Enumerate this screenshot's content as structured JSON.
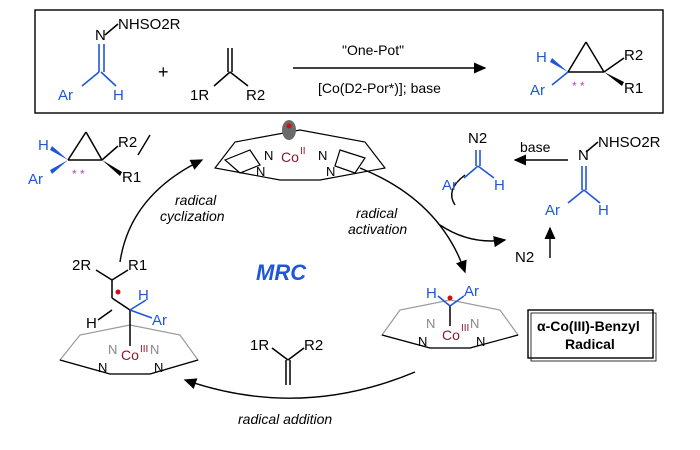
{
  "top_box": {
    "hydrazone_label": "NHSO2R",
    "hydrazone_n": "N",
    "hydrazone_ar": "Ar",
    "hydrazone_h": "H",
    "plus": "+",
    "alkene_r1": "1R",
    "alkene_r2": "R2",
    "arrow_top": "\"One-Pot\"",
    "arrow_bottom": "[Co(D2-Por*)]; base",
    "product_h": "H",
    "product_ar": "Ar",
    "product_r1": "R1",
    "product_r2": "R2",
    "stereo_marks": "* *"
  },
  "cycle": {
    "center_label": "MRC",
    "step_radical_activation": "radical activation",
    "step_radical_addition": "radical addition",
    "step_radical_cyclization": "radical cyclization",
    "co_ii": "Co",
    "co_ii_ox": "II",
    "co_iii_ox": "III",
    "n2_released": "N2",
    "base_label": "base",
    "diazo_n2": "N2",
    "diazo_ar": "Ar",
    "diazo_h": "H",
    "benzyl_box_line1": "α-Co(III)-Benzyl",
    "benzyl_box_line2": "Radical",
    "alkene_r1": "1R",
    "alkene_r2": "R2",
    "intermediate_r1": "R1",
    "intermediate_r2": "2R",
    "intermediate_h": "H",
    "intermediate_ar": "Ar",
    "benzyl_h": "H",
    "benzyl_ar": "Ar"
  },
  "colors": {
    "accent_blue": "#1f57d8",
    "cobalt": "#8b1a2a",
    "radical_red": "#d01010",
    "stereo_magenta": "#c040c0"
  }
}
